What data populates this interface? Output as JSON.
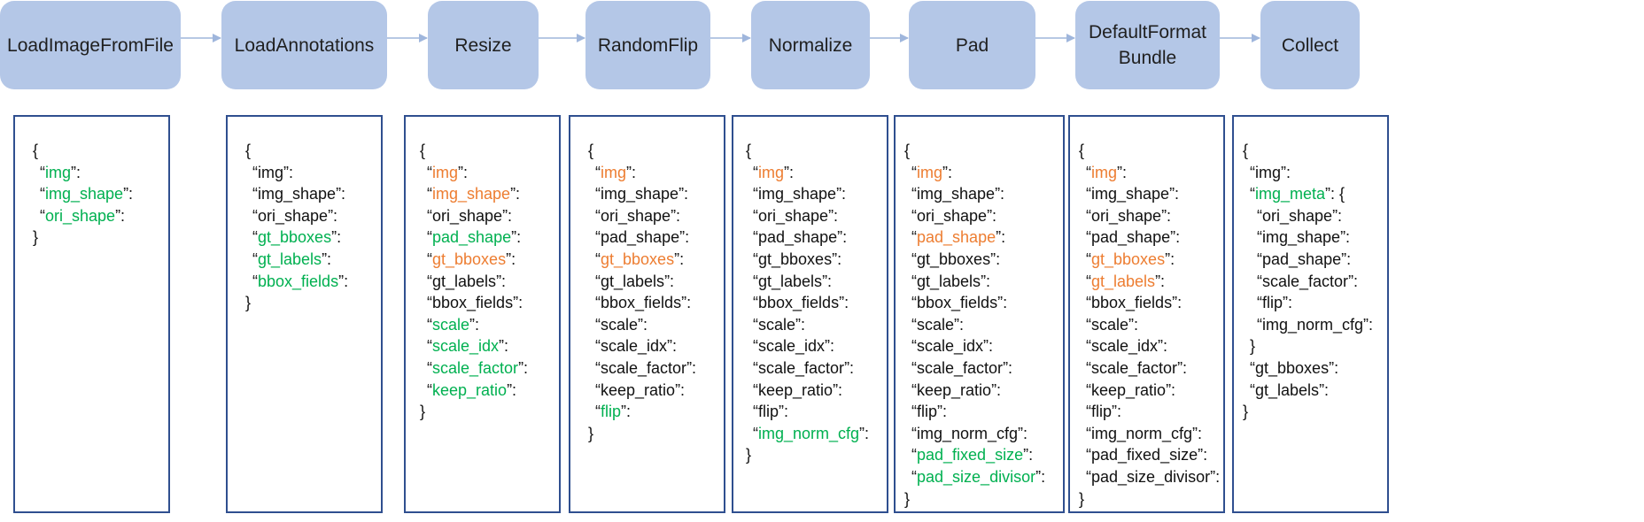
{
  "colors": {
    "stage_fill": "#b4c7e7",
    "panel_border": "#2f4f8f",
    "added_key": "#00b050",
    "modified_key": "#ed7d31",
    "unchanged_key": "#111111",
    "arrow": "#9fb6dc"
  },
  "stages": [
    {
      "label": "LoadImageFromFile",
      "lines": [
        {
          "text": "{",
          "indent": 0,
          "color": "black"
        },
        {
          "text": "img",
          "indent": 1,
          "color": "green",
          "key": true
        },
        {
          "text": "img_shape",
          "indent": 1,
          "color": "green",
          "key": true
        },
        {
          "text": "ori_shape",
          "indent": 1,
          "color": "green",
          "key": true
        },
        {
          "text": "}",
          "indent": 0,
          "color": "black"
        }
      ]
    },
    {
      "label": "LoadAnnotations",
      "lines": [
        {
          "text": "{",
          "indent": 0,
          "color": "black"
        },
        {
          "text": "img",
          "indent": 1,
          "color": "black",
          "key": true
        },
        {
          "text": "img_shape",
          "indent": 1,
          "color": "black",
          "key": true
        },
        {
          "text": "ori_shape",
          "indent": 1,
          "color": "black",
          "key": true
        },
        {
          "text": "gt_bboxes",
          "indent": 1,
          "color": "green",
          "key": true
        },
        {
          "text": "gt_labels",
          "indent": 1,
          "color": "green",
          "key": true
        },
        {
          "text": "bbox_fields",
          "indent": 1,
          "color": "green",
          "key": true
        },
        {
          "text": "}",
          "indent": 0,
          "color": "black"
        }
      ]
    },
    {
      "label": "Resize",
      "lines": [
        {
          "text": "{",
          "indent": 0,
          "color": "black"
        },
        {
          "text": "img",
          "indent": 1,
          "color": "orange",
          "key": true
        },
        {
          "text": "img_shape",
          "indent": 1,
          "color": "orange",
          "key": true
        },
        {
          "text": "ori_shape",
          "indent": 1,
          "color": "black",
          "key": true
        },
        {
          "text": "pad_shape",
          "indent": 1,
          "color": "green",
          "key": true
        },
        {
          "text": "gt_bboxes",
          "indent": 1,
          "color": "orange",
          "key": true
        },
        {
          "text": "gt_labels",
          "indent": 1,
          "color": "black",
          "key": true
        },
        {
          "text": "bbox_fields",
          "indent": 1,
          "color": "black",
          "key": true
        },
        {
          "text": "scale",
          "indent": 1,
          "color": "green",
          "key": true
        },
        {
          "text": "scale_idx",
          "indent": 1,
          "color": "green",
          "key": true
        },
        {
          "text": "scale_factor",
          "indent": 1,
          "color": "green",
          "key": true
        },
        {
          "text": "keep_ratio",
          "indent": 1,
          "color": "green",
          "key": true
        },
        {
          "text": "}",
          "indent": 0,
          "color": "black"
        }
      ]
    },
    {
      "label": "RandomFlip",
      "lines": [
        {
          "text": "{",
          "indent": 0,
          "color": "black"
        },
        {
          "text": "img",
          "indent": 1,
          "color": "orange",
          "key": true
        },
        {
          "text": "img_shape",
          "indent": 1,
          "color": "black",
          "key": true
        },
        {
          "text": "ori_shape",
          "indent": 1,
          "color": "black",
          "key": true
        },
        {
          "text": "pad_shape",
          "indent": 1,
          "color": "black",
          "key": true
        },
        {
          "text": "gt_bboxes",
          "indent": 1,
          "color": "orange",
          "key": true
        },
        {
          "text": "gt_labels",
          "indent": 1,
          "color": "black",
          "key": true
        },
        {
          "text": "bbox_fields",
          "indent": 1,
          "color": "black",
          "key": true
        },
        {
          "text": "scale",
          "indent": 1,
          "color": "black",
          "key": true
        },
        {
          "text": "scale_idx",
          "indent": 1,
          "color": "black",
          "key": true
        },
        {
          "text": "scale_factor",
          "indent": 1,
          "color": "black",
          "key": true
        },
        {
          "text": "keep_ratio",
          "indent": 1,
          "color": "black",
          "key": true
        },
        {
          "text": "flip",
          "indent": 1,
          "color": "green",
          "key": true
        },
        {
          "text": "}",
          "indent": 0,
          "color": "black"
        }
      ]
    },
    {
      "label": "Normalize",
      "lines": [
        {
          "text": "{",
          "indent": 0,
          "color": "black"
        },
        {
          "text": "img",
          "indent": 1,
          "color": "orange",
          "key": true
        },
        {
          "text": "img_shape",
          "indent": 1,
          "color": "black",
          "key": true
        },
        {
          "text": "ori_shape",
          "indent": 1,
          "color": "black",
          "key": true
        },
        {
          "text": "pad_shape",
          "indent": 1,
          "color": "black",
          "key": true
        },
        {
          "text": "gt_bboxes",
          "indent": 1,
          "color": "black",
          "key": true
        },
        {
          "text": "gt_labels",
          "indent": 1,
          "color": "black",
          "key": true
        },
        {
          "text": "bbox_fields",
          "indent": 1,
          "color": "black",
          "key": true
        },
        {
          "text": "scale",
          "indent": 1,
          "color": "black",
          "key": true
        },
        {
          "text": "scale_idx",
          "indent": 1,
          "color": "black",
          "key": true
        },
        {
          "text": "scale_factor",
          "indent": 1,
          "color": "black",
          "key": true
        },
        {
          "text": "keep_ratio",
          "indent": 1,
          "color": "black",
          "key": true
        },
        {
          "text": "flip",
          "indent": 1,
          "color": "black",
          "key": true
        },
        {
          "text": "img_norm_cfg",
          "indent": 1,
          "color": "green",
          "key": true
        },
        {
          "text": "}",
          "indent": 0,
          "color": "black"
        }
      ]
    },
    {
      "label": "Pad",
      "lines": [
        {
          "text": "{",
          "indent": 0,
          "color": "black"
        },
        {
          "text": "img",
          "indent": 1,
          "color": "orange",
          "key": true
        },
        {
          "text": "img_shape",
          "indent": 1,
          "color": "black",
          "key": true
        },
        {
          "text": "ori_shape",
          "indent": 1,
          "color": "black",
          "key": true
        },
        {
          "text": "pad_shape",
          "indent": 1,
          "color": "orange",
          "key": true
        },
        {
          "text": "gt_bboxes",
          "indent": 1,
          "color": "black",
          "key": true
        },
        {
          "text": "gt_labels",
          "indent": 1,
          "color": "black",
          "key": true
        },
        {
          "text": "bbox_fields",
          "indent": 1,
          "color": "black",
          "key": true
        },
        {
          "text": "scale",
          "indent": 1,
          "color": "black",
          "key": true
        },
        {
          "text": "scale_idx",
          "indent": 1,
          "color": "black",
          "key": true
        },
        {
          "text": "scale_factor",
          "indent": 1,
          "color": "black",
          "key": true
        },
        {
          "text": "keep_ratio",
          "indent": 1,
          "color": "black",
          "key": true
        },
        {
          "text": "flip",
          "indent": 1,
          "color": "black",
          "key": true
        },
        {
          "text": "img_norm_cfg",
          "indent": 1,
          "color": "black",
          "key": true
        },
        {
          "text": "pad_fixed_size",
          "indent": 1,
          "color": "green",
          "key": true
        },
        {
          "text": "pad_size_divisor",
          "indent": 1,
          "color": "green",
          "key": true
        },
        {
          "text": "}",
          "indent": 0,
          "color": "black"
        }
      ]
    },
    {
      "label": "DefaultFormat\nBundle",
      "lines": [
        {
          "text": "{",
          "indent": 0,
          "color": "black"
        },
        {
          "text": "img",
          "indent": 1,
          "color": "orange",
          "key": true
        },
        {
          "text": "img_shape",
          "indent": 1,
          "color": "black",
          "key": true
        },
        {
          "text": "ori_shape",
          "indent": 1,
          "color": "black",
          "key": true
        },
        {
          "text": "pad_shape",
          "indent": 1,
          "color": "black",
          "key": true
        },
        {
          "text": "gt_bboxes",
          "indent": 1,
          "color": "orange",
          "key": true
        },
        {
          "text": "gt_labels",
          "indent": 1,
          "color": "orange",
          "key": true
        },
        {
          "text": "bbox_fields",
          "indent": 1,
          "color": "black",
          "key": true
        },
        {
          "text": "scale",
          "indent": 1,
          "color": "black",
          "key": true
        },
        {
          "text": "scale_idx",
          "indent": 1,
          "color": "black",
          "key": true
        },
        {
          "text": "scale_factor",
          "indent": 1,
          "color": "black",
          "key": true
        },
        {
          "text": "keep_ratio",
          "indent": 1,
          "color": "black",
          "key": true
        },
        {
          "text": "flip",
          "indent": 1,
          "color": "black",
          "key": true
        },
        {
          "text": "img_norm_cfg",
          "indent": 1,
          "color": "black",
          "key": true
        },
        {
          "text": "pad_fixed_size",
          "indent": 1,
          "color": "black",
          "key": true
        },
        {
          "text": "pad_size_divisor",
          "indent": 1,
          "color": "black",
          "key": true
        },
        {
          "text": "}",
          "indent": 0,
          "color": "black"
        }
      ]
    },
    {
      "label": "Collect",
      "lines": [
        {
          "text": "{",
          "indent": 0,
          "color": "black"
        },
        {
          "text": "img",
          "indent": 1,
          "color": "black",
          "key": true
        },
        {
          "text": "img_meta",
          "indent": 1,
          "color": "green",
          "key": true,
          "suffix": ": {"
        },
        {
          "text": "ori_shape",
          "indent": 2,
          "color": "black",
          "key": true
        },
        {
          "text": "img_shape",
          "indent": 2,
          "color": "black",
          "key": true
        },
        {
          "text": "pad_shape",
          "indent": 2,
          "color": "black",
          "key": true
        },
        {
          "text": "scale_factor",
          "indent": 2,
          "color": "black",
          "key": true
        },
        {
          "text": "flip",
          "indent": 2,
          "color": "black",
          "key": true
        },
        {
          "text": "img_norm_cfg",
          "indent": 2,
          "color": "black",
          "key": true
        },
        {
          "text": "}",
          "indent": 1,
          "color": "black"
        },
        {
          "text": "gt_bboxes",
          "indent": 1,
          "color": "black",
          "key": true
        },
        {
          "text": "gt_labels",
          "indent": 1,
          "color": "black",
          "key": true
        },
        {
          "text": "}",
          "indent": 0,
          "color": "black"
        }
      ]
    }
  ]
}
